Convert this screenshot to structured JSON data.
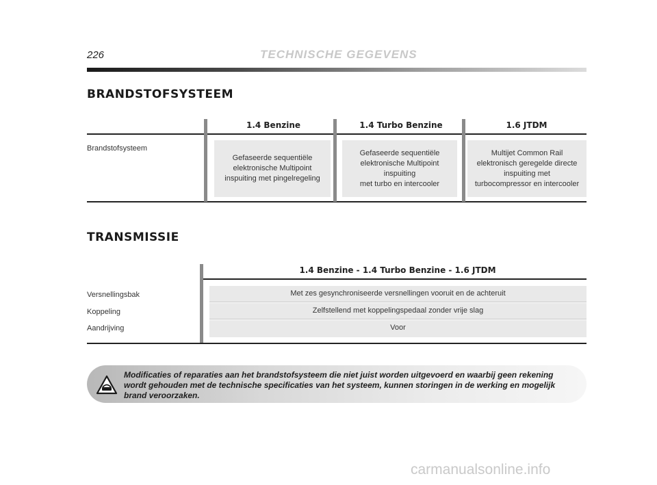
{
  "header": {
    "page_number": "226",
    "title": "TECHNISCHE GEGEVENS"
  },
  "fuel_system": {
    "title": "BRANDSTOFSYSTEEM",
    "columns": [
      "1.4 Benzine",
      "1.4 Turbo Benzine",
      "1.6 JTDM"
    ],
    "row_label": "Brandstofsysteem",
    "cells": [
      "Gefaseerde sequentiële\nelektronische Multipoint\ninspuiting met pingelregeling",
      "Gefaseerde sequentiële\nelektronische Multipoint\ninspuiting\nmet turbo en intercooler",
      "Multijet Common Rail\nelektronisch geregelde directe\ninspuiting met\nturbocompressor en intercooler"
    ]
  },
  "transmission": {
    "title": "TRANSMISSIE",
    "column_header": "1.4 Benzine - 1.4 Turbo Benzine - 1.6 JTDM",
    "rows": [
      {
        "label": "Versnellingsbak",
        "value": "Met zes gesynchroniseerde versnellingen vooruit en de achteruit"
      },
      {
        "label": "Koppeling",
        "value": "Zelfstellend met koppelingspedaal zonder vrije slag"
      },
      {
        "label": "Aandrijving",
        "value": "Voor"
      }
    ]
  },
  "warning": {
    "text": "Modificaties of reparaties aan het brandstofsysteem die niet juist worden uitgevoerd en waarbij geen rekening wordt gehouden met de technische specificaties van het systeem, kunnen storingen in de werking en mogelijk brand veroorzaken.",
    "icon": "warning-triangle-icon"
  },
  "watermark": "carmanualsonline.info"
}
